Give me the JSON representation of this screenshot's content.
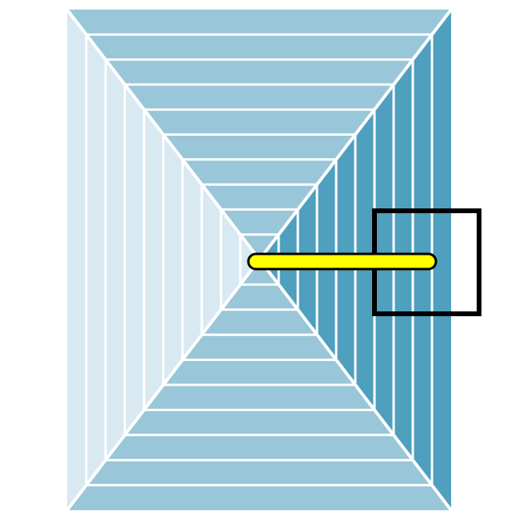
{
  "diagram": {
    "description_visible_text": "",
    "colors": {
      "background": "#ffffff",
      "top_face": "#99c6d8",
      "bottom_face": "#99c6d8",
      "left_face": "#d8e9f1",
      "right_face": "#4f9fbf",
      "stripe_lines": "#ffffff",
      "pointer_fill": "#ffff00",
      "pointer_stroke": "#000000",
      "selection_box_stroke": "#000000"
    },
    "stripe_count": 10,
    "icons": [
      "pointer-bar",
      "selection-box"
    ]
  }
}
